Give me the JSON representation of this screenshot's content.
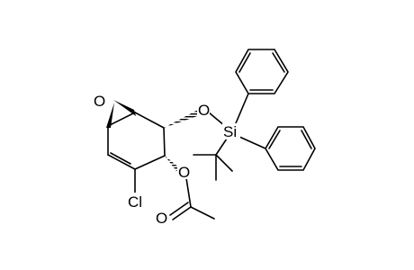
{
  "molecule": {
    "atoms": {
      "epoxide_oxygen": "O",
      "silyl_ether_oxygen": "O",
      "silicon": "Si",
      "acetate_oxygen": "O",
      "carbonyl_oxygen": "O",
      "chlorine": "Cl"
    }
  }
}
